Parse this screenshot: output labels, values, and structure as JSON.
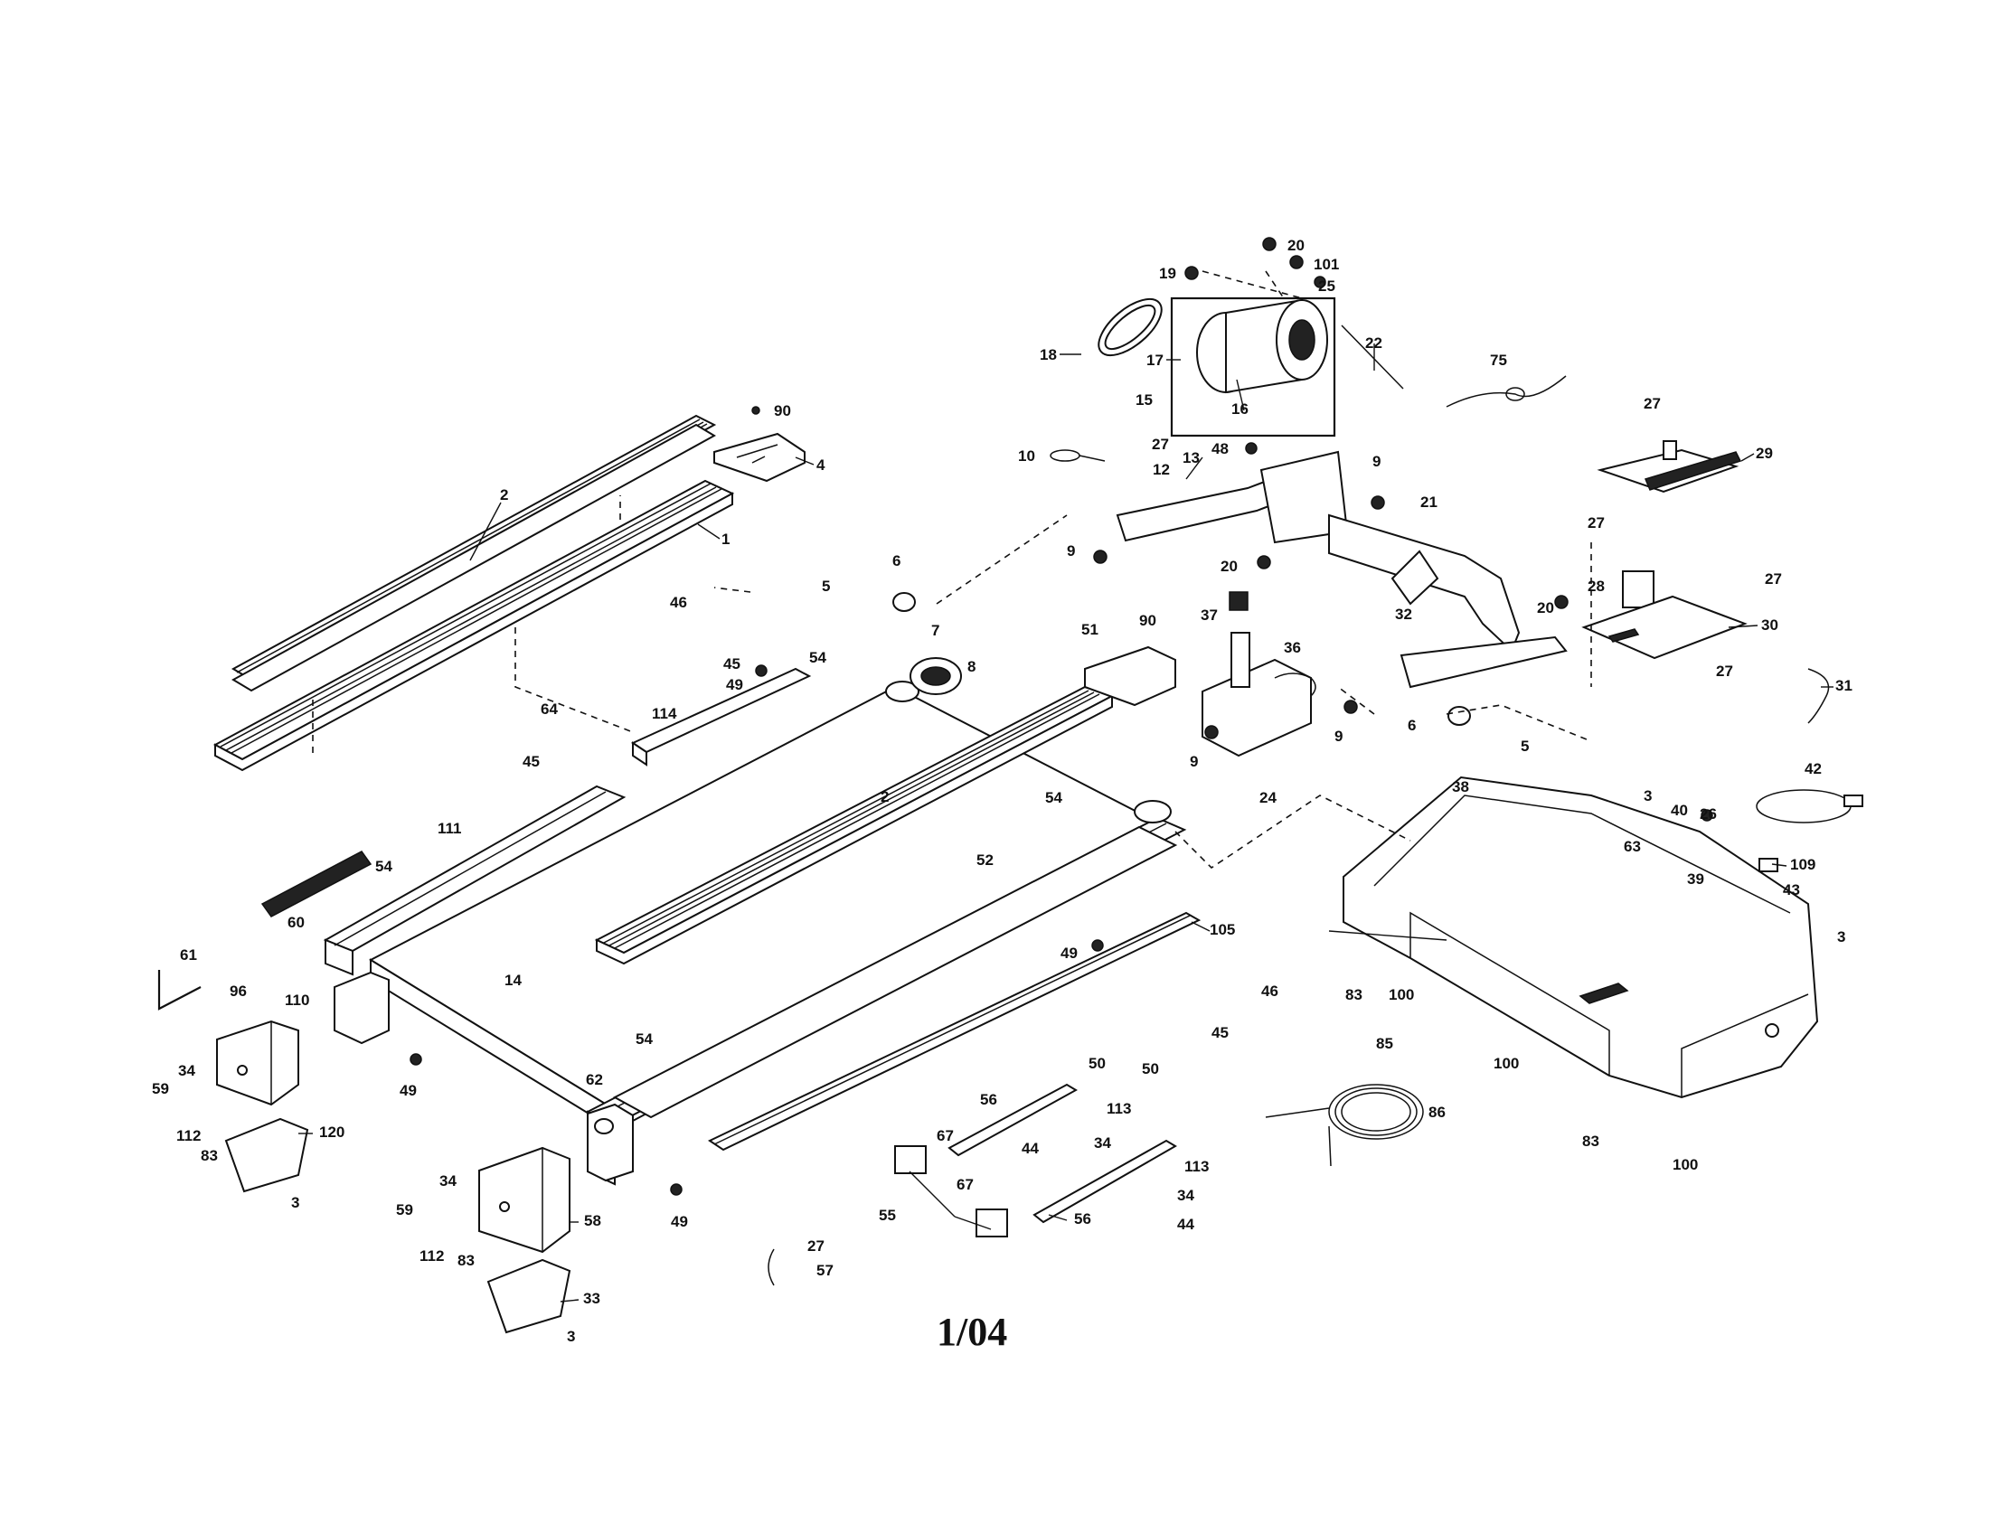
{
  "diagram": {
    "date_code": "1/04",
    "callouts": [
      "2",
      "1",
      "90",
      "4",
      "46",
      "45",
      "5",
      "6",
      "7",
      "8",
      "54",
      "49",
      "114",
      "64",
      "45",
      "111",
      "54",
      "60",
      "61",
      "96",
      "110",
      "14",
      "49",
      "34",
      "59",
      "112",
      "83",
      "120",
      "3",
      "2",
      "54",
      "52",
      "49",
      "105",
      "46",
      "45",
      "54",
      "62",
      "49",
      "34",
      "59",
      "112",
      "83",
      "58",
      "33",
      "3",
      "27",
      "57",
      "19",
      "20",
      "101",
      "25",
      "17",
      "22",
      "18",
      "15",
      "16",
      "10",
      "27",
      "12",
      "13",
      "48",
      "9",
      "21",
      "9",
      "20",
      "37",
      "36",
      "32",
      "6",
      "5",
      "9",
      "9",
      "24",
      "51",
      "90",
      "75",
      "27",
      "29",
      "27",
      "28",
      "27",
      "30",
      "27",
      "20",
      "31",
      "38",
      "3",
      "40",
      "26",
      "63",
      "39",
      "42",
      "109",
      "43",
      "3",
      "83",
      "100",
      "100",
      "83",
      "100",
      "85",
      "86",
      "50",
      "56",
      "113",
      "34",
      "44",
      "50",
      "67",
      "55",
      "67",
      "56",
      "113",
      "34",
      "44"
    ]
  }
}
